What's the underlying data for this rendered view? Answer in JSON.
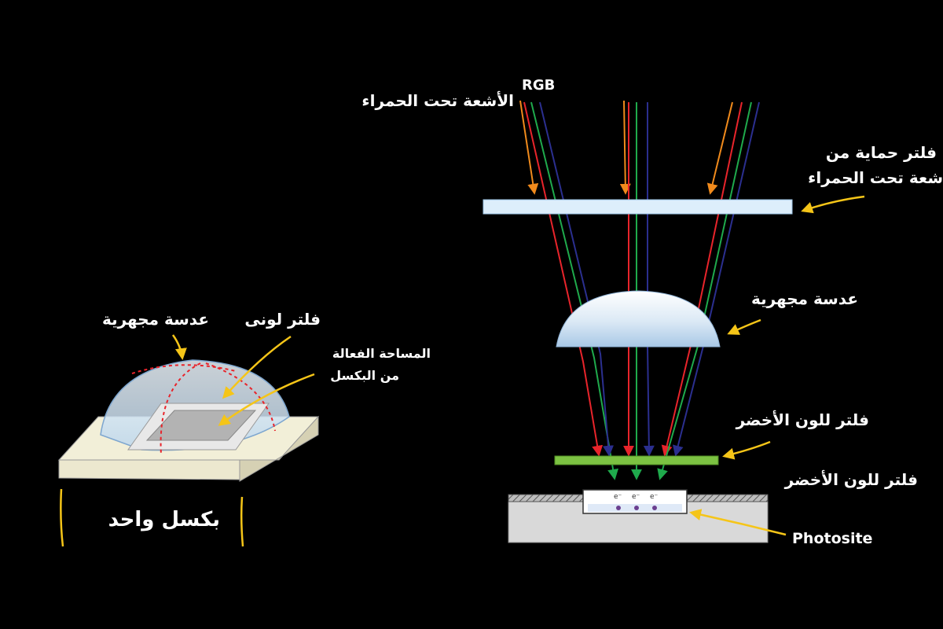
{
  "colors": {
    "background": "#000000",
    "red_ray": "#e8242b",
    "green_ray": "#1faa4c",
    "blue_ray": "#2b2f8f",
    "ir_ray": "#f08a1c",
    "annotation_arrow": "#f5c518",
    "ir_filter": "#ddeefb",
    "color_filter": "#7cc242",
    "substrate": "#d9d9d9"
  },
  "labels": {
    "rgb": "RGB",
    "infrared": "الأشعة تحت الحمراء",
    "ir_filter_line1": "فلتر حماية من",
    "ir_filter_line2": "شعة تحت الحمراء",
    "microlens_right": "عدسة مجهرية",
    "green_filter_1": "فلتر للون الأخضر",
    "green_filter_2": "فلتر للون الأخضر",
    "photosite": "Photosite",
    "microlens_left": "عدسة مجهرية",
    "color_filter": "فلتر لونى",
    "active_area_line1": "المساحة الفعالة",
    "active_area_line2": "من البكسل",
    "single_pixel": "بكسل واحد",
    "electron": "e⁻"
  }
}
